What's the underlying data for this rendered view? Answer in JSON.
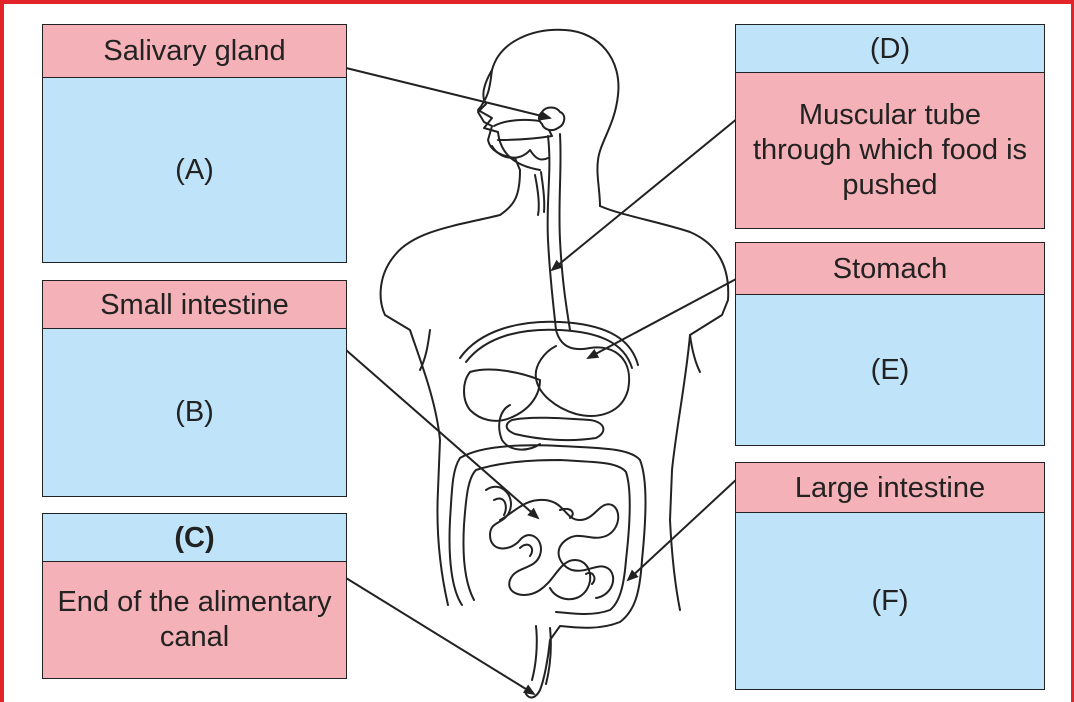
{
  "boxes": {
    "a": {
      "label": "Salivary gland",
      "placeholder": "(A)"
    },
    "b": {
      "label": "Small intestine",
      "placeholder": "(B)"
    },
    "c": {
      "placeholder": "(C)",
      "description": "End of the alimentary canal"
    },
    "d": {
      "placeholder": "(D)",
      "description": "Muscular tube through which food is pushed"
    },
    "e": {
      "label": "Stomach",
      "placeholder": "(E)"
    },
    "f": {
      "label": "Large intestine",
      "placeholder": "(F)"
    }
  },
  "colors": {
    "frame": "#e2232a",
    "label_box": "#f4b1b7",
    "answer_box": "#bfe3f8",
    "outline": "#222222"
  }
}
